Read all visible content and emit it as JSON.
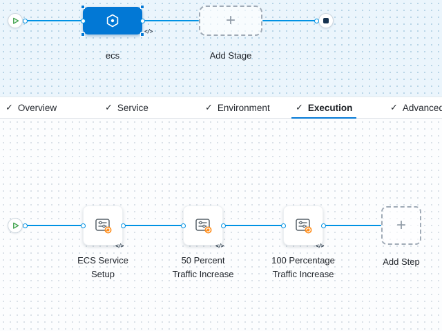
{
  "canvas_top": {
    "stage_label": "ecs",
    "add_stage": {
      "label": "Add Stage",
      "plus": "+"
    }
  },
  "tabs": [
    {
      "label": "Overview",
      "checked": true
    },
    {
      "label": "Service",
      "checked": true
    },
    {
      "label": "Environment",
      "checked": true
    },
    {
      "label": "Execution",
      "checked": true,
      "active": true
    },
    {
      "label": "Advanced",
      "checked": true
    }
  ],
  "execution": {
    "steps": [
      {
        "label": "ECS Service Setup",
        "line1": "ECS Service",
        "line2": "Setup"
      },
      {
        "label": "50 Percent Traffic Increase",
        "line1": "50 Percent",
        "line2": "Traffic Increase"
      },
      {
        "label": "100 Percentage Traffic Increase",
        "line1": "100 Percentage",
        "line2": "Traffic Increase"
      }
    ],
    "add_step": {
      "label": "Add Step",
      "plus": "+"
    }
  },
  "icons": {
    "code": "</>",
    "check": "✓"
  },
  "colors": {
    "accent": "#0278d5",
    "edge": "#0092e4",
    "stage_fill": "#0278d5",
    "badge_orange": "#ff8f1f",
    "play_green": "#3ea14b",
    "stop_navy": "#16324f"
  }
}
